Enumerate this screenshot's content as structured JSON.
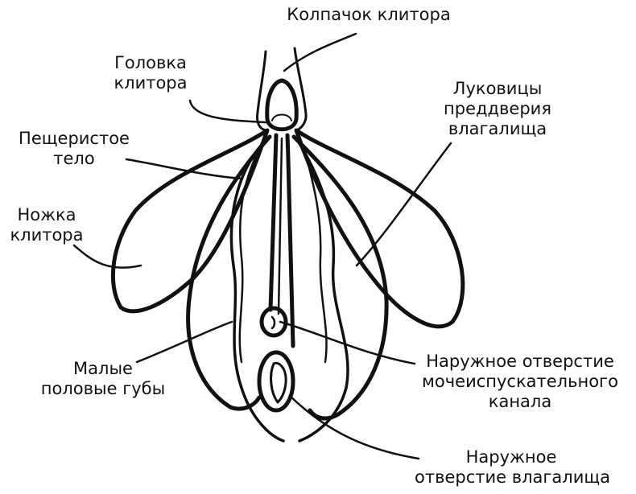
{
  "labels": {
    "clitoral_hood": [
      "Колпачок клитора"
    ],
    "glans": [
      "Головка",
      "клитора"
    ],
    "corpus": [
      "Пещеристое",
      "тело"
    ],
    "crus": [
      "Ножка",
      "клитора"
    ],
    "labia_minora": [
      "Малые",
      "половые губы"
    ],
    "vestibular_bulbs": [
      "Луковицы",
      "преддверия",
      "влагалища"
    ],
    "urethral_opening": [
      "Наружное отверстие",
      "мочеиспускательного",
      "канала"
    ],
    "vaginal_opening": [
      "Наружное",
      "отверстие влагалища"
    ]
  },
  "colors": {
    "ink": "#111111",
    "background": "#ffffff"
  }
}
